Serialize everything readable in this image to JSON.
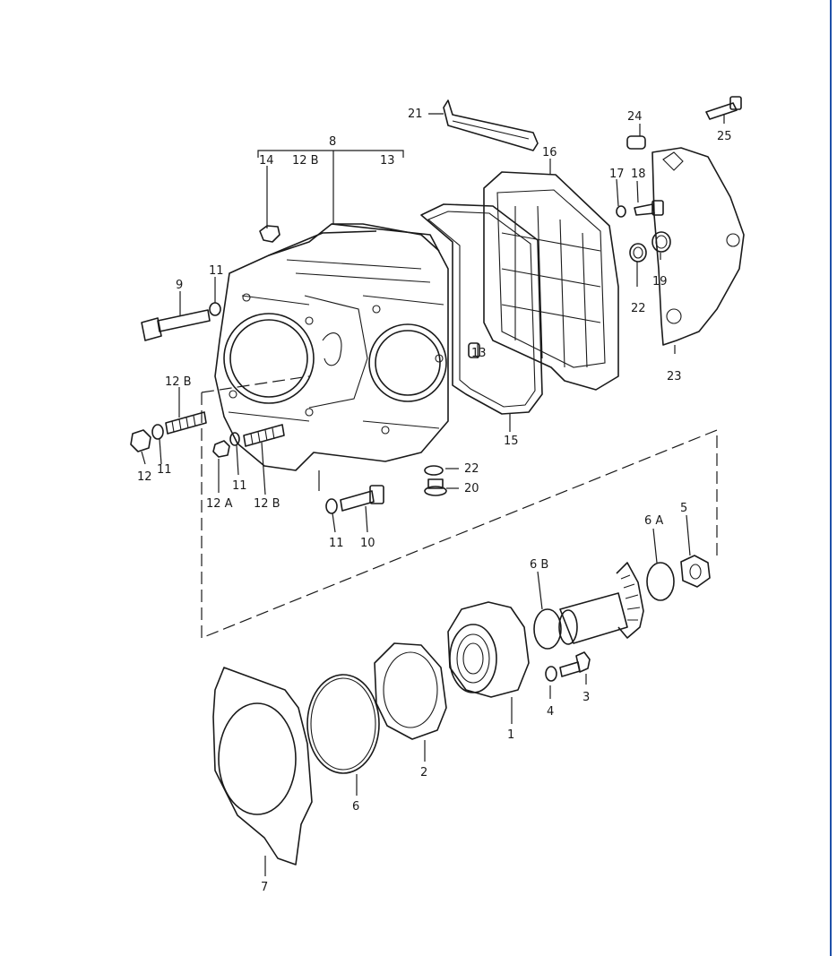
{
  "labels": {
    "p1": "1",
    "p2": "2",
    "p3": "3",
    "p4": "4",
    "p5": "5",
    "p6": "6",
    "p6a": "6 A",
    "p6b": "6 B",
    "p7": "7",
    "p8": "8",
    "p9": "9",
    "p10": "10",
    "p11a": "11",
    "p11b": "11",
    "p11c": "11",
    "p11d": "11",
    "p12": "12",
    "p12a": "12 A",
    "p12b_left": "12 B",
    "p12b_mid": "12 B",
    "p12b_top": "12 B",
    "p13_top": "13",
    "p13": "13",
    "p14": "14",
    "p15": "15",
    "p16": "16",
    "p17": "17",
    "p18": "18",
    "p19": "19",
    "p20": "20",
    "p21": "21",
    "p22a": "22",
    "p22b": "22",
    "p23": "23",
    "p24": "24",
    "p25": "25"
  },
  "colors": {
    "ink": "#1a1a1a",
    "background": "#ffffff",
    "frame_border": "#1e4fa8"
  }
}
